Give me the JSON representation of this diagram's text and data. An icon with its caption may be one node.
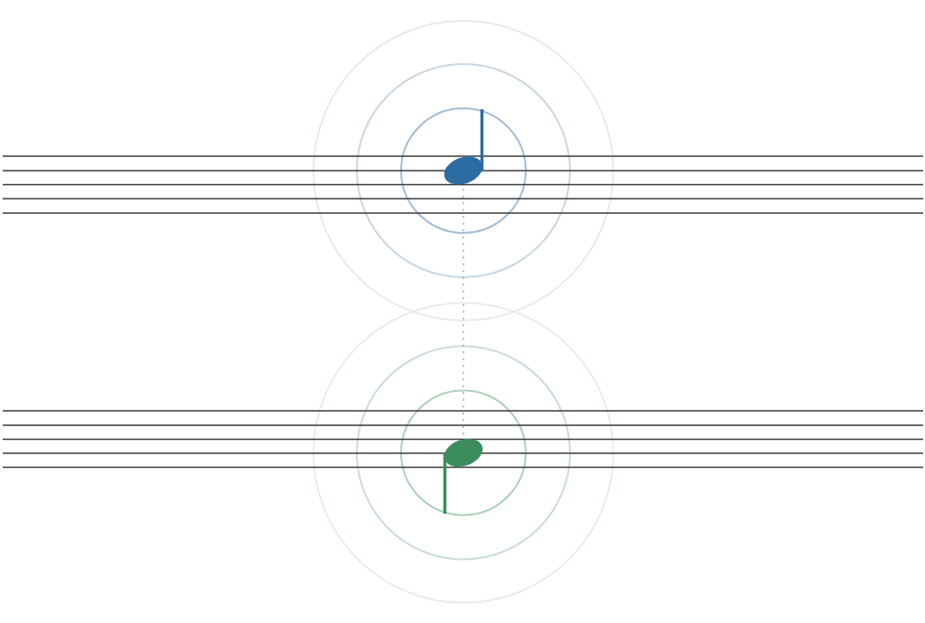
{
  "diagram": {
    "nodes": [
      {
        "text": [],
        "shape": "picture"
      },
      {
        "text": [],
        "shape": "picture"
      }
    ],
    "edges": [
      {
        "from": 0,
        "to": 1,
        "arrow": "none",
        "style": "dashed"
      }
    ]
  }
}
